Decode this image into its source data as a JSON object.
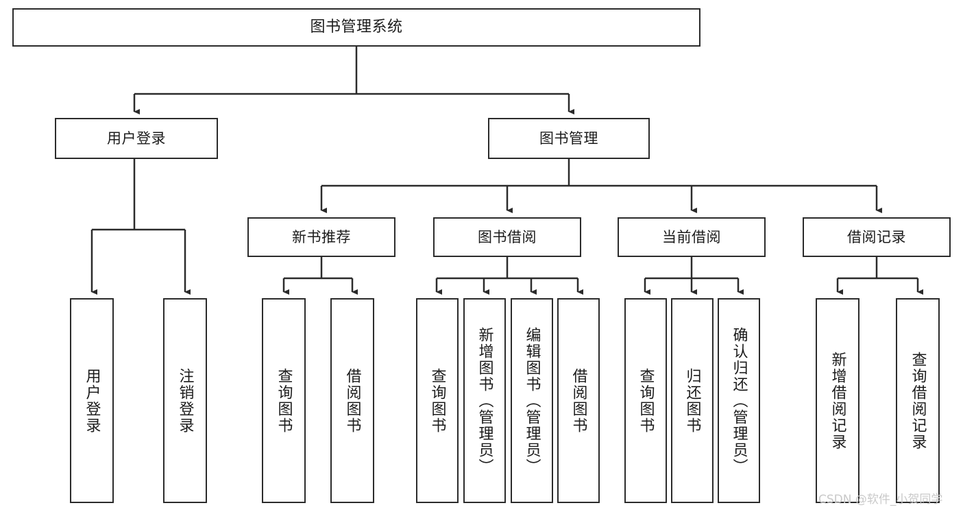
{
  "diagram": {
    "type": "tree-hierarchy-diagram",
    "title": "图书管理系统",
    "colors": {
      "stroke": "#2b2b2b",
      "fill": "#ffffff",
      "text": "#1c1c1c",
      "watermark": "#c9c9c9"
    },
    "root": {
      "label": "图书管理系统"
    },
    "level2": [
      {
        "label": "用户登录"
      },
      {
        "label": "图书管理"
      }
    ],
    "level3": [
      {
        "label": "新书推荐"
      },
      {
        "label": "图书借阅"
      },
      {
        "label": "当前借阅"
      },
      {
        "label": "借阅记录"
      }
    ],
    "leaves": {
      "user_login": [
        {
          "label": "用户登录"
        },
        {
          "label": "注销登录"
        }
      ],
      "new_book_recommend": [
        {
          "label": "查询图书"
        },
        {
          "label": "借阅图书"
        }
      ],
      "book_borrow": [
        {
          "label": "查询图书"
        },
        {
          "label": "新增图书（管理员）"
        },
        {
          "label": "编辑图书（管理员）"
        },
        {
          "label": "借阅图书"
        }
      ],
      "current_borrow": [
        {
          "label": "查询图书"
        },
        {
          "label": "归还图书"
        },
        {
          "label": "确认归还（管理员）"
        }
      ],
      "borrow_record": [
        {
          "label": "新增借阅记录"
        },
        {
          "label": "查询借阅记录"
        }
      ]
    },
    "watermark": "CSDN @软件_小贺同学"
  }
}
